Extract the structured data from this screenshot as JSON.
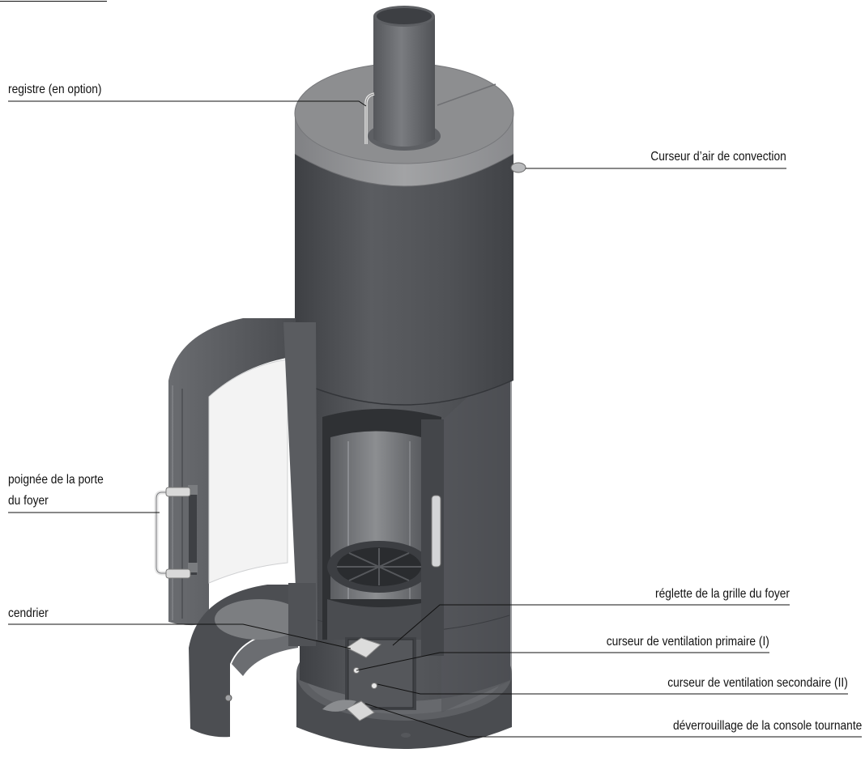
{
  "labels": {
    "registre": "registre (en option)",
    "curseur_convection": "Curseur d’air de convection",
    "poignee_line1": "poignée de la porte",
    "poignee_line2": "du foyer",
    "reglette": "réglette de la grille du foyer",
    "cendrier": "cendrier",
    "ventilation_primaire": "curseur de ventilation primaire (I)",
    "ventilation_secondaire": "curseur de ventilation secondaire (II)",
    "deverrouillage": "déverrouillage de la console tournante"
  },
  "colors": {
    "stove_body": "#54565a",
    "stone_top": "#8e8f91",
    "flue_pipe": "#67696d",
    "glass": "#f3f3f3",
    "leader_line": "#111111"
  }
}
